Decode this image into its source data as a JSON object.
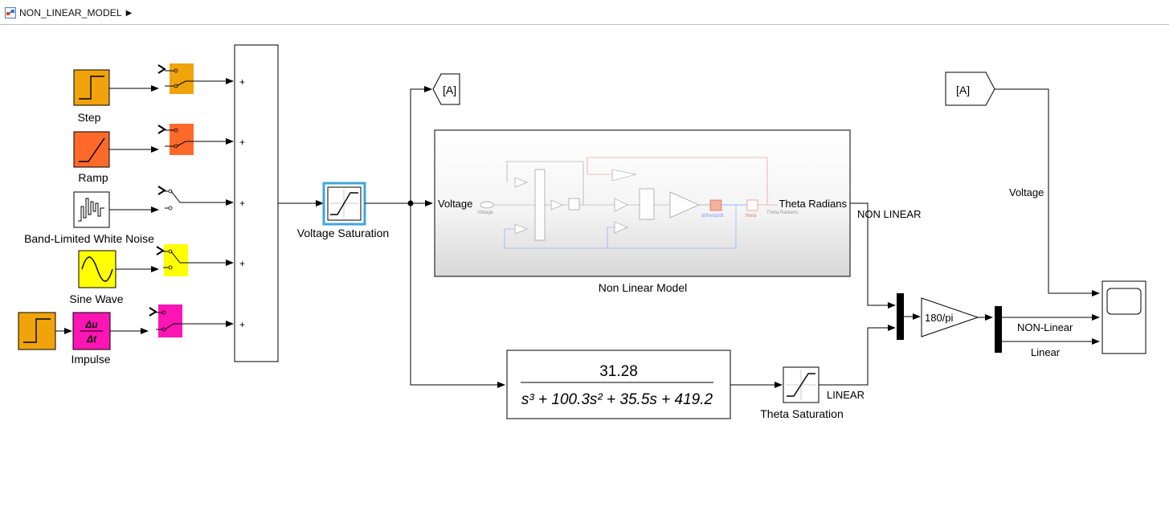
{
  "breadcrumb": {
    "model_name": "NON_LINEAR_MODEL"
  },
  "sources": {
    "step": "Step",
    "ramp": "Ramp",
    "noise": "Band-Limited White Noise",
    "sine": "Sine Wave",
    "impulse": "Impulse"
  },
  "sum_signs": [
    "+",
    "+",
    "+",
    "+",
    "+"
  ],
  "derivative": {
    "num": "Δu",
    "den": "Δt"
  },
  "voltage_saturation": "Voltage Saturation",
  "goto_tag": "[A]",
  "from_tag": "[A]",
  "subsystem": {
    "label": "Non Linear Model",
    "in_port": "Voltage",
    "out_port": "Theta Radians",
    "inner": {
      "voltage": "Voltage",
      "dtheta": "d(theta)/dt",
      "theta": "theta",
      "theta_rad": "Theta Radians"
    }
  },
  "transfer_fn": {
    "num": "31.28",
    "den_html": "s³ + 100.3s² + 35.5s + 419.2"
  },
  "theta_saturation": "Theta Saturation",
  "signals": {
    "non_linear": "NON LINEAR",
    "linear": "LINEAR",
    "voltage": "Voltage",
    "non_linear_out": "NON-Linear",
    "linear_out": "Linear"
  },
  "gain": "180/pi",
  "colors": {
    "step": "#f0a30a",
    "ramp": "#ff6a2b",
    "white": "#ffffff",
    "sine": "#ffff00",
    "impulse": "#ff14b4",
    "switch_orange": "#f0a30a",
    "selection_blue": "#3fa5e0"
  }
}
